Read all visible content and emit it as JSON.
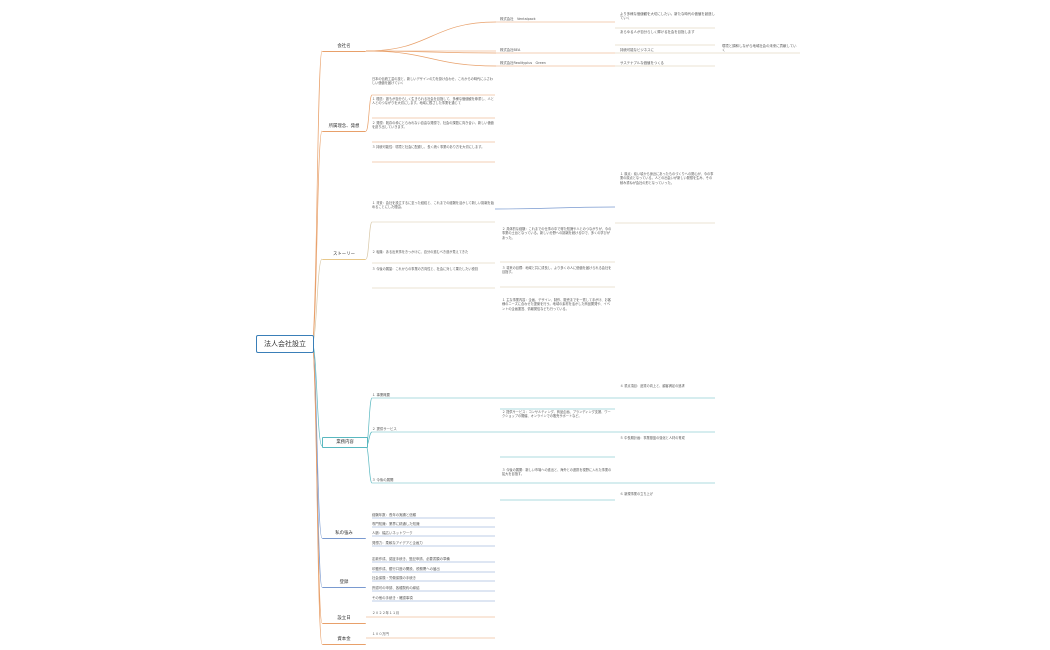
{
  "root": "法人会社設立",
  "branches": [
    {
      "label": "会社名"
    },
    {
      "label": "所属理念、発想"
    },
    {
      "label": "ストーリー"
    },
    {
      "label": "業務内容"
    },
    {
      "label": "私の強み"
    },
    {
      "label": "登録"
    },
    {
      "label": "設立日"
    },
    {
      "label": "資本金"
    }
  ],
  "company": {
    "n1": "株式会社　Ventalpack",
    "n2": "株式会社BEA",
    "n3": "株式会社Realityplus　Green",
    "r1a": "より多様な価値観を大切にしたい。新たな時代の価値を創造していく",
    "r1b": "あらゆる人が自分らしく輝ける社会を目指します",
    "r2": "持続可能なビジネスに",
    "r2b": "環境と調和しながら地域社会の未来に貢献していく",
    "r3": "サステナブルな価値をつくる"
  },
  "philosophy": [
    "日本の伝統工芸の技と、新しいデザインの力を掛け合わせ、これからの時代にふさわしい価値を届けていく",
    "１ 理念：誰もが自分らしく生きられる社会を目指して、多様な価値観を尊重し、人と人とのつながりを大切にします。地域に根ざした事業を通じて",
    "２ 発想：既存の枠にとらわれない自由な発想で、社会の課題に向き合い、新しい価値を創り出していきます。",
    "３ 持続可能性：環境と社会に配慮し、長く続く事業のあり方を大切にします。"
  ],
  "story": {
    "s1": "１ 背景：会社を設立するに至った経緯と、これまでの経験を活かして新しい挑戦を始めることにした理由。",
    "s2": "２ 転機：ある出来事をきっかけに、自分の進むべき道が見えてきた",
    "s3": "３ 今後の展望：これからの事業の方向性と、社会に対して果たしたい役割",
    "d1": "２ 具体的な経験：これまでの仕事の中で得た知識や人とのつながりが、今の事業の土台となっている。新しい分野への挑戦を続ける中で、多くの学びがあった。",
    "d2": "３ 将来の目標：地域と共に成長し、より多くの人に価値を届けられる会社を目指す。",
    "far": "１ 原点：幼い頃から身近にあったものづくりへの関心が、今の事業の原点となっている。人との出会いが新しい発想を生み、その積み重ねが会社の形となっていった。"
  },
  "business": {
    "b1": "１ 事業概要",
    "b2": "２ 提供サービス",
    "b3": "３ 今後の展開",
    "d1": "１ 主な事業内容：企画、デザイン、制作、販売までを一貫して手がけ、お客様のニーズに合わせた提案を行う。地域の素材を活かした商品開発や、イベントの企画運営、情報発信なども行っている。",
    "d2": "２ 提供サービス：コンサルティング、商品企画、ブランディング支援、ワークショップの開催、オンラインでの販売サポートなど。",
    "d3": "３ 今後の展開：新しい市場への進出と、海外との連携を視野に入れた事業の拡大を目指す。",
    "r1": "４ 重点項目：品質の向上と、顧客満足の追求",
    "r2": "５ 中長期計画：事業基盤の強化と人材の育成",
    "r3": "６ 新規事業の立ち上げ"
  },
  "strengths": [
    "経験年数：長年の実績と信頼",
    "専門知識：業界に精通した知識",
    "人脈：幅広いネットワーク",
    "発想力：柔軟なアイデアと企画力"
  ],
  "registration": [
    "定款作成、認証手続き、登記申請、必要書類の準備",
    "印鑑作成、銀行口座の開設、税務署への届出",
    "社会保険・労働保険の手続き",
    "許認可の申請、各種契約の締結",
    "その他の手続き・確認事項"
  ],
  "founded": "２０２２年１１月",
  "capital": "１００万円",
  "colors": {
    "root": "#3a7fb8",
    "orange": "#e8a06a",
    "teal": "#5ab8c0",
    "blue": "#7a9ad0",
    "tan": "#d8c8a8"
  }
}
